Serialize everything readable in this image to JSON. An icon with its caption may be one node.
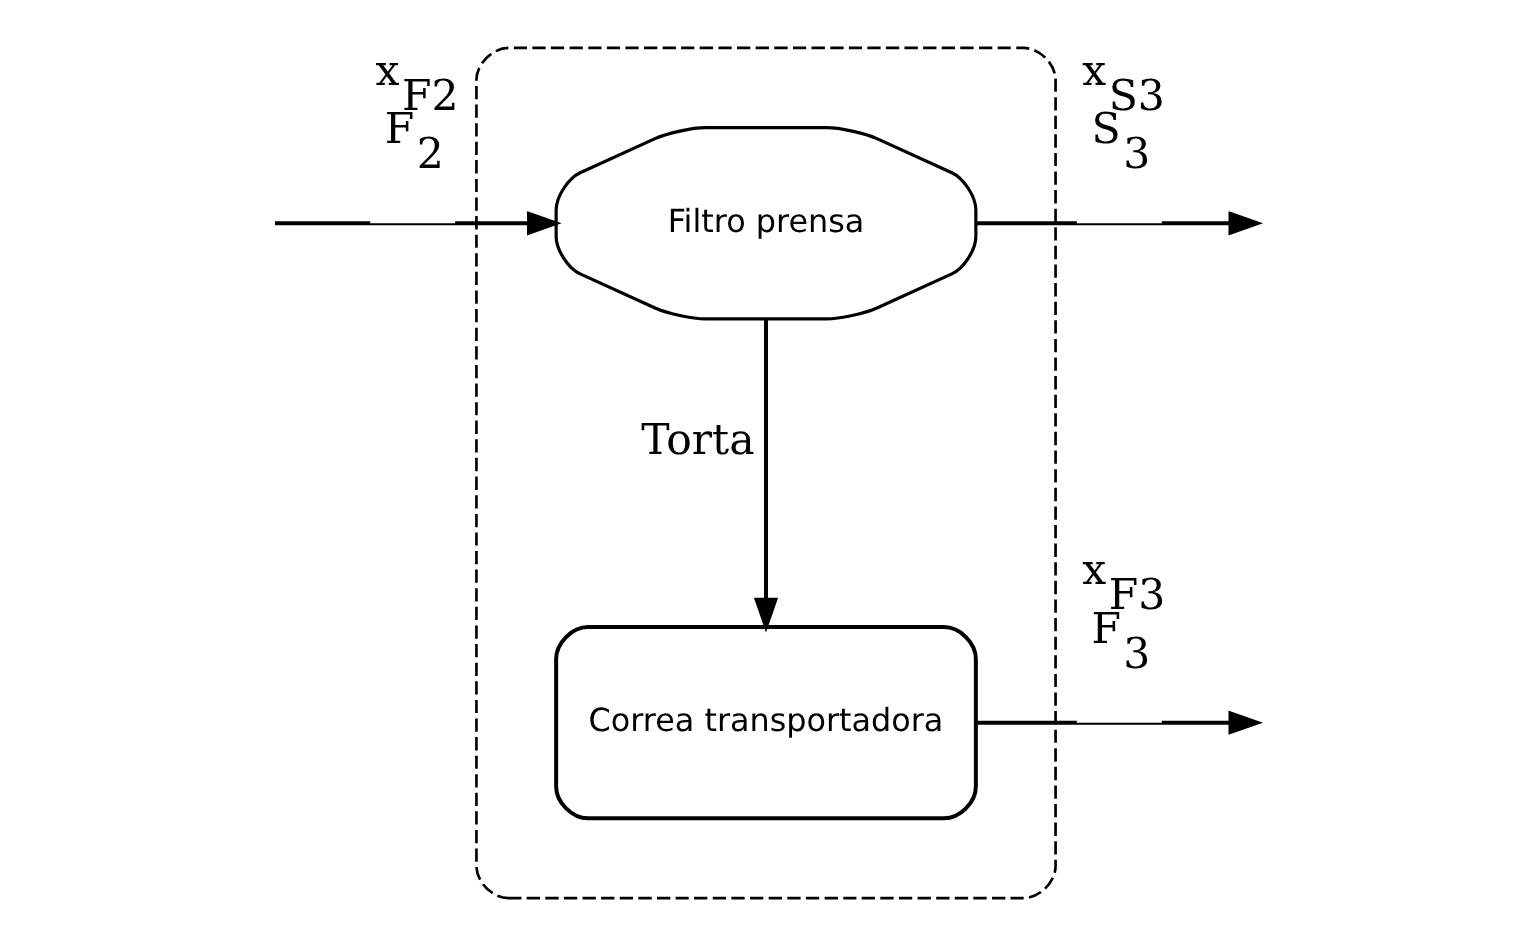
{
  "diagram": {
    "nodes": [
      {
        "text": [],
        "shape": "box"
      },
      {
        "text": [
          "Filtro prensa"
        ],
        "in": 0
      },
      {
        "text": [
          "Correa transportadora"
        ],
        "in": 0
      }
    ],
    "edges": [
      {
        "from": null,
        "to": 1,
        "arrow": "to",
        "label": "x$_{F2}$ F$_{2}$"
      },
      {
        "from": 1,
        "to": null,
        "arrow": "to",
        "label": "x$_{S3}$ S$_{3}$"
      },
      {
        "from": 1,
        "to": 2,
        "arrow": "to",
        "label": "Torta"
      },
      {
        "from": 2,
        "to": null,
        "arrow": "to",
        "label": "x$_{F3}$ F$_{3}$"
      }
    ]
  }
}
